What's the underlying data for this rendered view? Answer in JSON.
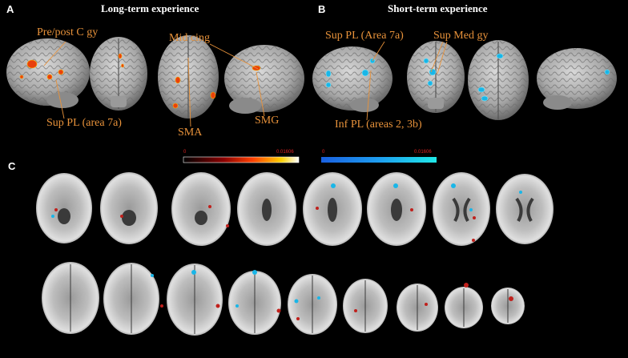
{
  "panels": {
    "a": {
      "letter": "A",
      "title": "Long-term experience"
    },
    "b": {
      "letter": "B",
      "title": "Short-term experience"
    },
    "c": {
      "letter": "C"
    }
  },
  "annotations_a": {
    "pre_post_c_gy": "Pre/post C gy",
    "mid_cing": "Mid cing",
    "sup_pl": "Sup PL (area 7a)",
    "sma": "SMA",
    "smg": "SMG"
  },
  "annotations_b": {
    "sup_pl": "Sup PL (Area 7a)",
    "sup_med_gy": "Sup Med gy",
    "inf_pl": "Inf PL (areas 2, 3b)"
  },
  "colorbars": {
    "long_term": {
      "min": "0",
      "max": "0.01606"
    },
    "short_term": {
      "min": "0",
      "max": "0.01606"
    }
  },
  "colors": {
    "annotation": "#e8923a",
    "long_term_blob": "#e8400c",
    "short_term_blob": "#19b6e8",
    "slice_red": "#c0201c"
  }
}
